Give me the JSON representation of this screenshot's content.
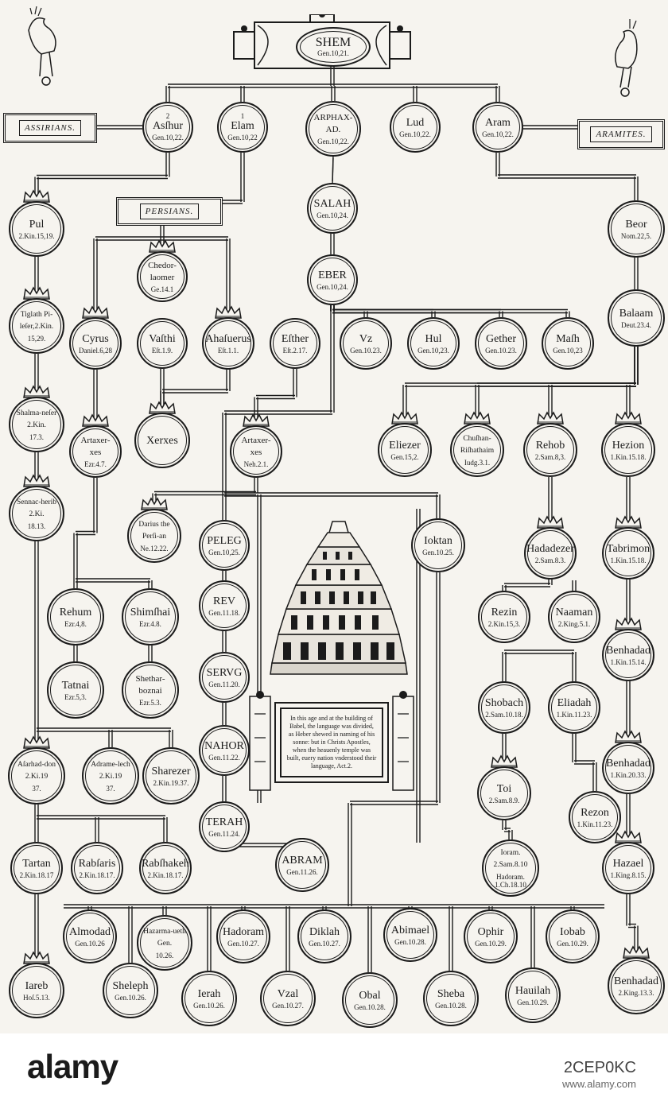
{
  "header": {
    "name": "SHEM",
    "ref": "Gen.10,21."
  },
  "cartouches": {
    "assyrians": "ASSIRIANS.",
    "aramites": "ARAMITES.",
    "persians": "PERSIANS."
  },
  "tower_inscription": "In this age and at the building of Babel, the language was divided, as Heber shewed in naming of his sonne: but in Christs Apostles, when the heauenly temple was built, euery nation vnderstood their language, Act.2.",
  "nodes": [
    {
      "id": "asshur",
      "name": "Asſhur",
      "ref": "Gen.10,22.",
      "num": "2"
    },
    {
      "id": "elam",
      "name": "Elam",
      "ref": "Gen.10,22",
      "num": "1"
    },
    {
      "id": "arphaxad",
      "name": "ARPHAX-AD.",
      "ref": "Gen.10,22."
    },
    {
      "id": "lud",
      "name": "Lud",
      "ref": "Gen.10,22."
    },
    {
      "id": "aram",
      "name": "Aram",
      "ref": "Gen.10,22."
    },
    {
      "id": "pul",
      "name": "Pul",
      "ref": "2.Kin.15,19."
    },
    {
      "id": "salah",
      "name": "SALAH",
      "ref": "Gen.10,24."
    },
    {
      "id": "beor",
      "name": "Beor",
      "ref": "Nom.22,5."
    },
    {
      "id": "chedorlaomer",
      "name": "Chedor-laomer",
      "ref": "Ge.14.1"
    },
    {
      "id": "eber",
      "name": "EBER",
      "ref": "Gen.10,24."
    },
    {
      "id": "tiglath",
      "name": "Tiglath Pi-leſer,2.Kin.",
      "ref": "15,29."
    },
    {
      "id": "cyrus",
      "name": "Cyrus",
      "ref": "Daniel.6,28"
    },
    {
      "id": "vashti",
      "name": "Vaſthi",
      "ref": "Eſt.1.9."
    },
    {
      "id": "ahasuerus",
      "name": "Ahaſuerus",
      "ref": "Eſt.1.1."
    },
    {
      "id": "esther",
      "name": "Eſther",
      "ref": "Eſt.2.17."
    },
    {
      "id": "uz",
      "name": "Vz",
      "ref": "Gen.10.23."
    },
    {
      "id": "hul",
      "name": "Hul",
      "ref": "Gen.10,23."
    },
    {
      "id": "gether",
      "name": "Gether",
      "ref": "Gen.10.23."
    },
    {
      "id": "mash",
      "name": "Maſh",
      "ref": "Gen.10,23"
    },
    {
      "id": "balaam",
      "name": "Balaam",
      "ref": "Deut.23.4."
    },
    {
      "id": "shalmaneser",
      "name": "Shalma-neſer 2.Kin.",
      "ref": "17.3."
    },
    {
      "id": "artaxerxes1",
      "name": "Artaxer-xes",
      "ref": "Ezr.4.7."
    },
    {
      "id": "xerxes",
      "name": "Xerxes",
      "ref": ""
    },
    {
      "id": "artaxerxes2",
      "name": "Artaxer-xes",
      "ref": "Neh.2.1."
    },
    {
      "id": "eliezer",
      "name": "Eliezer",
      "ref": "Gen.15,2."
    },
    {
      "id": "chushan",
      "name": "Chuſhan-Riſhathaim",
      "ref": "Iudg.3.1."
    },
    {
      "id": "rehob",
      "name": "Rehob",
      "ref": "2.Sam.8,3."
    },
    {
      "id": "hezion",
      "name": "Hezion",
      "ref": "1.Kin.15.18."
    },
    {
      "id": "sennacherib",
      "name": "Sennac-herib 2.Ki.",
      "ref": "18.13."
    },
    {
      "id": "darius",
      "name": "Darius the Perſi-an",
      "ref": "Ne.12.22."
    },
    {
      "id": "peleg",
      "name": "PELEG",
      "ref": "Gen.10,25."
    },
    {
      "id": "ioktan",
      "name": "Ioktan",
      "ref": "Gen.10.25."
    },
    {
      "id": "hadadezer",
      "name": "Hadadezer",
      "ref": "2.Sam.8.3."
    },
    {
      "id": "tabrimon",
      "name": "Tabrimon",
      "ref": "1.Kin.15.18."
    },
    {
      "id": "rehum",
      "name": "Rehum",
      "ref": "Ezr.4,8."
    },
    {
      "id": "shimshai",
      "name": "Shimſhai",
      "ref": "Ezr.4.8."
    },
    {
      "id": "reu",
      "name": "REV",
      "ref": "Gen.11.18."
    },
    {
      "id": "rezin",
      "name": "Rezin",
      "ref": "2.Kin.15,3."
    },
    {
      "id": "naaman",
      "name": "Naaman",
      "ref": "2.King.5.1."
    },
    {
      "id": "benhadad1",
      "name": "Benhadad",
      "ref": "1.Kin.15.14."
    },
    {
      "id": "serug",
      "name": "SERVG",
      "ref": "Gen.11.20."
    },
    {
      "id": "tatnai",
      "name": "Tatnai",
      "ref": "Ezr.5,3."
    },
    {
      "id": "shetharboznai",
      "name": "Shethar-boznai",
      "ref": "Ezr.5.3."
    },
    {
      "id": "shobach",
      "name": "Shobach",
      "ref": "2.Sam.10.18."
    },
    {
      "id": "eliadah",
      "name": "Eliadah",
      "ref": "1.Kin.11.23."
    },
    {
      "id": "nahor",
      "name": "NAHOR",
      "ref": "Gen.11.22."
    },
    {
      "id": "benhadad2",
      "name": "Benhadad",
      "ref": "1.Kin.20.33."
    },
    {
      "id": "esarhaddon",
      "name": "Aſarhad-don 2.Ki.19",
      "ref": "37."
    },
    {
      "id": "adrammelech",
      "name": "Adrame-lech 2.Ki.19",
      "ref": "37."
    },
    {
      "id": "sharezer",
      "name": "Sharezer",
      "ref": "2.Kin.19.37."
    },
    {
      "id": "toi",
      "name": "Toi",
      "ref": "2.Sam.8.9."
    },
    {
      "id": "rezon",
      "name": "Rezon",
      "ref": "1.Kin.11.23."
    },
    {
      "id": "terah",
      "name": "TERAH",
      "ref": "Gen.11.24."
    },
    {
      "id": "tartan",
      "name": "Tartan",
      "ref": "2.Kin.18.17"
    },
    {
      "id": "rabsaris",
      "name": "Rabſaris",
      "ref": "2.Kin.18.17."
    },
    {
      "id": "rabshakeh",
      "name": "Rabſhakeh",
      "ref": "2.Kin.18.17."
    },
    {
      "id": "abram",
      "name": "ABRAM",
      "ref": "Gen.11.26."
    },
    {
      "id": "joram",
      "name": "Ioram. 2.Sam.8.10",
      "ref": "Hadoram. 1.Ch.18.10"
    },
    {
      "id": "hazael",
      "name": "Hazael",
      "ref": "1.King.8.15."
    },
    {
      "id": "almodad",
      "name": "Almodad",
      "ref": "Gen.10.26"
    },
    {
      "id": "hazarmaveth",
      "name": "Hazarma-ueth Gen.",
      "ref": "10.26."
    },
    {
      "id": "hadoram",
      "name": "Hadoram",
      "ref": "Gen.10.27."
    },
    {
      "id": "diklah",
      "name": "Diklah",
      "ref": "Gen.10.27."
    },
    {
      "id": "abimael",
      "name": "Abimael",
      "ref": "Gen.10.28."
    },
    {
      "id": "ophir",
      "name": "Ophir",
      "ref": "Gen.10.29."
    },
    {
      "id": "jobab",
      "name": "Iobab",
      "ref": "Gen.10.29."
    },
    {
      "id": "jareb",
      "name": "Iareb",
      "ref": "Hoſ.5.13."
    },
    {
      "id": "sheleph",
      "name": "Sheleph",
      "ref": "Gen.10.26."
    },
    {
      "id": "jerah",
      "name": "Ierah",
      "ref": "Gen.10.26."
    },
    {
      "id": "uzal",
      "name": "Vzal",
      "ref": "Gen.10.27."
    },
    {
      "id": "obal",
      "name": "Obal",
      "ref": "Gen.10.28."
    },
    {
      "id": "sheba",
      "name": "Sheba",
      "ref": "Gen.10.28."
    },
    {
      "id": "havilah",
      "name": "Hauilah",
      "ref": "Gen.10.29."
    },
    {
      "id": "benhadad3",
      "name": "Benhadad",
      "ref": "2.King.13.3."
    }
  ],
  "watermark": {
    "logo": "alamy",
    "image_id": "2CEP0KC",
    "url": "www.alamy.com"
  }
}
